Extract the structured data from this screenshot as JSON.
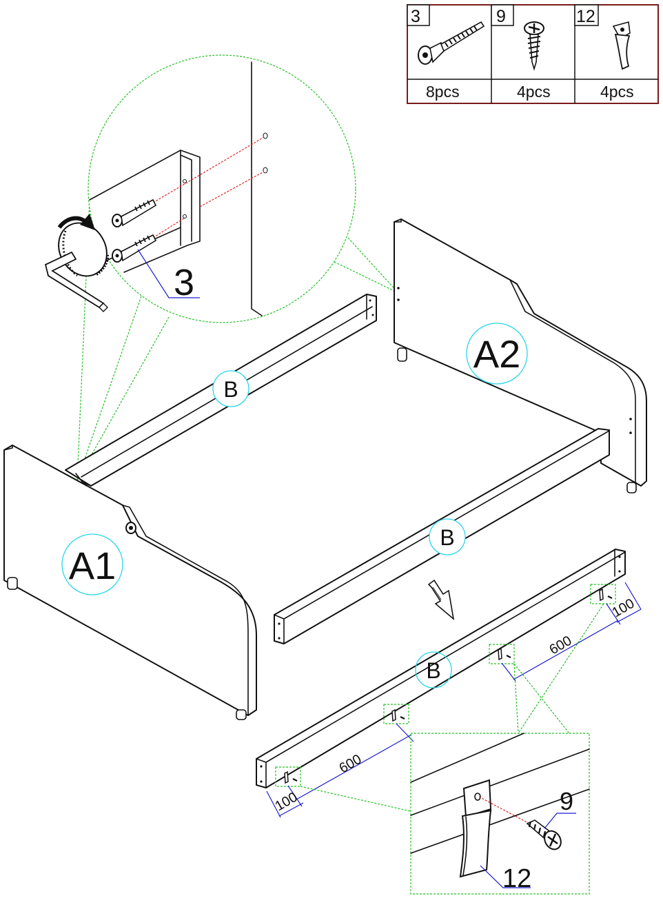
{
  "parts_table": {
    "items": [
      {
        "number": "3",
        "quantity": "8pcs",
        "icon": "cam-bolt-icon"
      },
      {
        "number": "9",
        "quantity": "4pcs",
        "icon": "wood-screw-icon"
      },
      {
        "number": "12",
        "quantity": "4pcs",
        "icon": "slat-bracket-icon"
      }
    ],
    "border_color": "#7a1a1a"
  },
  "labels": {
    "headboard_a1": "A1",
    "footboard_a2": "A2",
    "rail_b": "B",
    "bolt_callout": "3",
    "screw_callout": "9",
    "bracket_callout": "12"
  },
  "dimensions": {
    "left_end_offset": "100",
    "left_spacing": "600",
    "right_spacing": "600",
    "right_end_offset": "100"
  },
  "colors": {
    "callout_circle": "#27d6e8",
    "detail_outline": "#22c022",
    "dimension_line": "#1a1ad0",
    "drill_axis": "#e02020"
  }
}
